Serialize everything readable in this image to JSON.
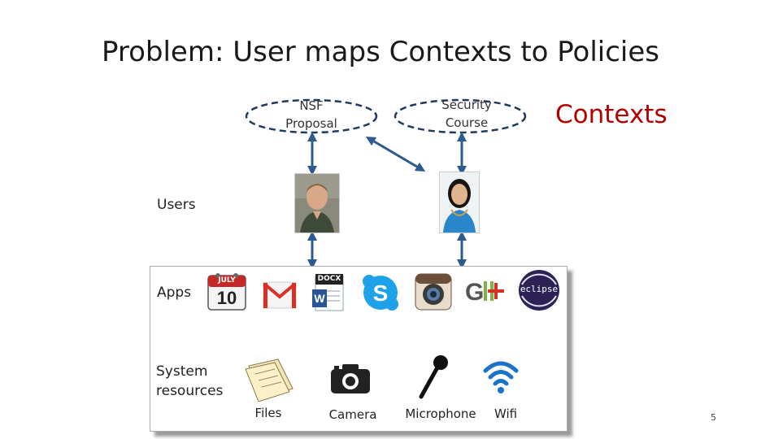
{
  "title": "Problem: User maps Contexts to Policies",
  "contexts_label": "Contexts",
  "contexts": [
    {
      "label_line1": "NSF",
      "label_line2": "Proposal"
    },
    {
      "label_line1": "Security",
      "label_line2": "Course"
    }
  ],
  "labels": {
    "users": "Users",
    "apps": "Apps",
    "system_resources_line1": "System",
    "system_resources_line2": "resources"
  },
  "calendar": {
    "month": "JULY",
    "day": "10"
  },
  "docx_badge": "DOCX",
  "eclipse_text": "eclipse",
  "resources": [
    "Files",
    "Camera",
    "Microphone",
    "Wifi"
  ],
  "page_number": "5",
  "colors": {
    "arrow": "#2e5b8f",
    "contexts": "#b00000",
    "ellipse_border": "#1f3a5f"
  }
}
